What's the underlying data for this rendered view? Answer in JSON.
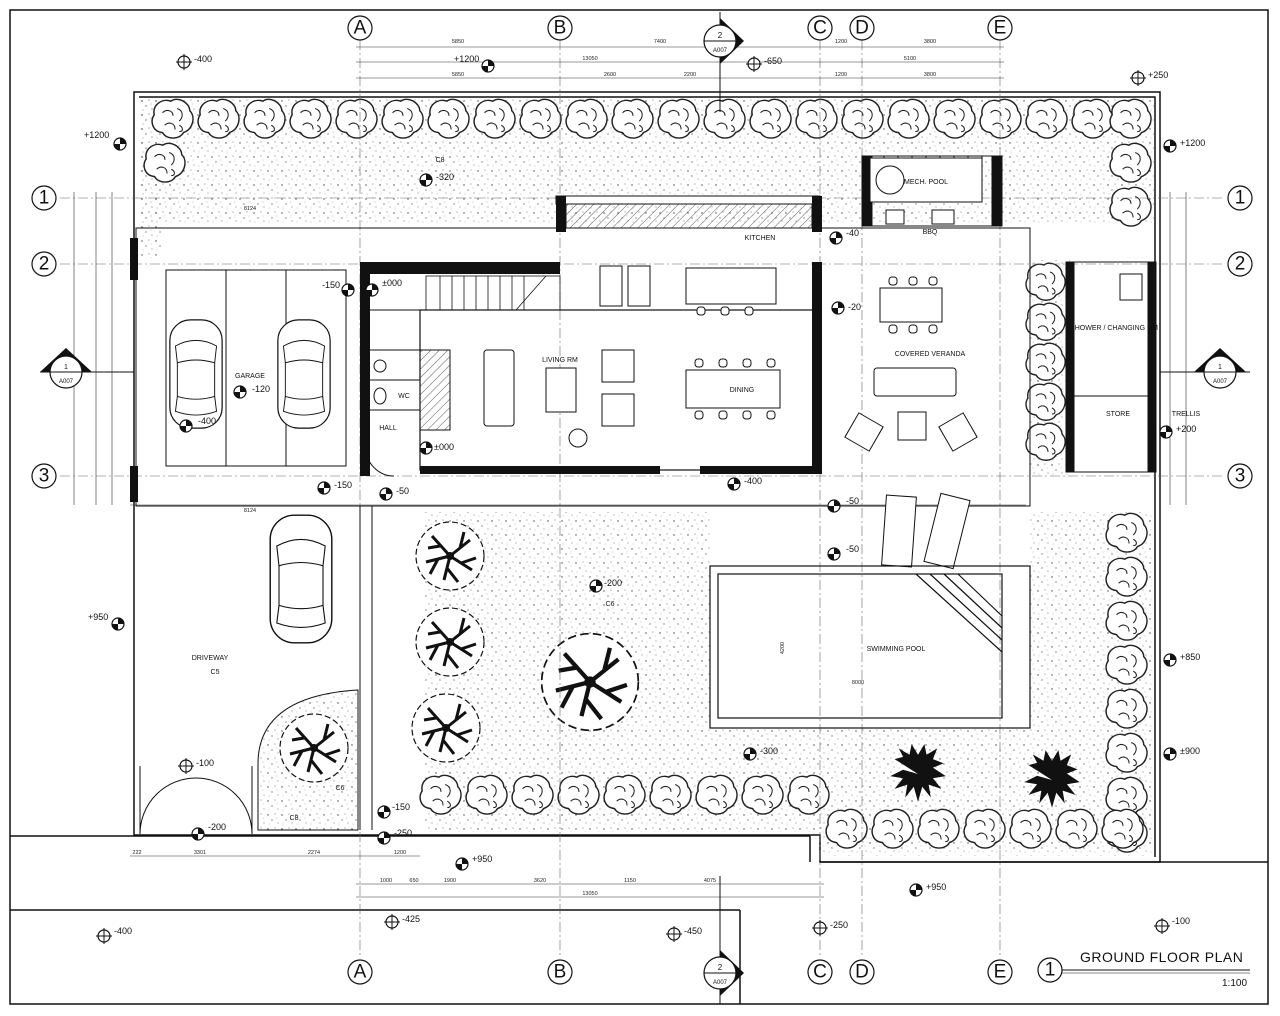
{
  "drawing": {
    "title": "GROUND FLOOR PLAN",
    "scale": "1:100",
    "number": "1"
  },
  "grid": {
    "columns": [
      "A",
      "B",
      "C",
      "D",
      "E"
    ],
    "rows": [
      "1",
      "2",
      "3"
    ],
    "section_marker": {
      "number": "2",
      "sheet": "A007"
    },
    "side_marker": {
      "number": "1",
      "sheet": "A007"
    }
  },
  "rooms": {
    "garage": "GARAGE",
    "driveway": "DRIVEWAY",
    "hall": "HALL",
    "wc": "WC",
    "kitchen": "KITCHEN",
    "living": "LIVING RM",
    "dining": "DINING",
    "veranda": "COVERED VERANDA",
    "bbq": "BBQ",
    "mech_pool": "MECH. POOL",
    "shower": "SHOWER / CHANGING RM",
    "store": "STORE",
    "pool": "SWIMMING POOL",
    "trellis": "TRELLIS",
    "cs1": "C8",
    "cs2": "C5",
    "cs3": "C8",
    "cs4": "C6",
    "cs5": "C6"
  },
  "levels": {
    "l_top_left": "-400",
    "l_top_1200": "+1200",
    "l_top_650": "-650",
    "l_top_right_250": "+250",
    "l_left_1200": "+1200",
    "l_right_1200": "+1200",
    "l_320": "-320",
    "l_150a": "-150",
    "l_000a": "±000",
    "l_120": "-120",
    "l_400g": "-400",
    "l_000b": "±000",
    "l_150b": "-150",
    "l_50a": "-50",
    "l_40": "-40",
    "l_20": "-20",
    "l_400v": "-400",
    "l_50b": "-50",
    "l_50c": "-50",
    "l_200r": "+200",
    "l_200p": "-200",
    "l_950l": "+950",
    "l_850r": "+850",
    "l_100": "-100",
    "l_300": "-300",
    "l_900r": "±900",
    "l_150c": "-150",
    "l_250c": "-250",
    "l_200b": "-200",
    "l_950b": "+950",
    "l_950c": "+950",
    "l_400bl": "-400",
    "l_425": "-425",
    "l_450": "-450",
    "l_250b": "-250",
    "l_100br": "-100"
  },
  "dimensions": {
    "top1": [
      "5850",
      "7400",
      "1200",
      "3800"
    ],
    "top2": [
      "13050",
      "5100"
    ],
    "top3": [
      "5850",
      "2600",
      "2200",
      "1200",
      "3800"
    ],
    "bottom1": [
      "1000",
      "650",
      "1900",
      "3620",
      "1150",
      "4075"
    ],
    "bottom_total": "13050",
    "bottom0": [
      "222",
      "3301",
      "2274",
      "1200"
    ],
    "pool": "8000",
    "pool_h": "4200",
    "garage_w": "8124"
  }
}
